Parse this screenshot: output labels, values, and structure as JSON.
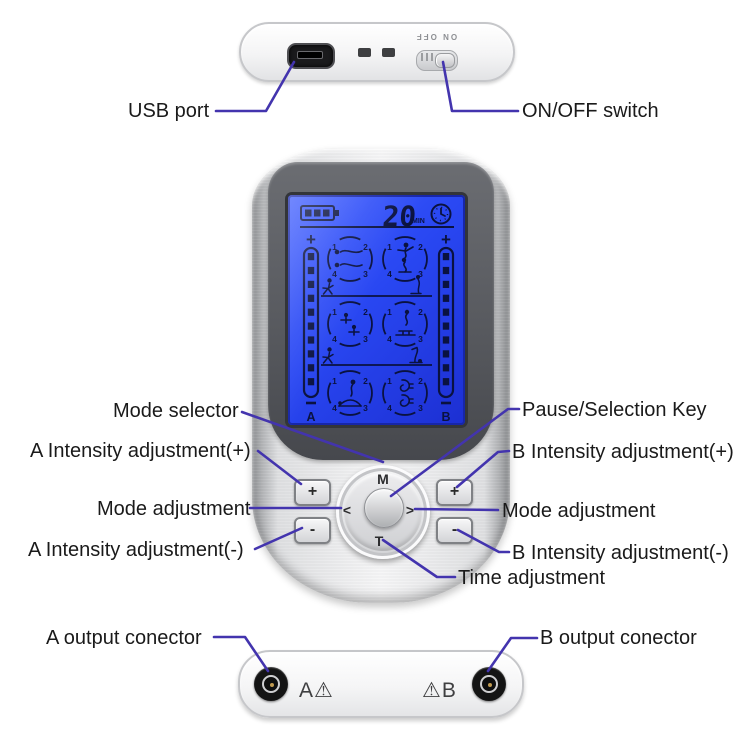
{
  "annotations": {
    "usb": "USB port",
    "onoff": "ON/OFF switch",
    "mode_selector": "Mode selector",
    "pause_key": "Pause/Selection Key",
    "a_plus": "A Intensity adjustment(+)",
    "b_plus": "B Intensity adjustment(+)",
    "mode_adj_left": "Mode adjustment",
    "mode_adj_right": "Mode adjustment",
    "a_minus": "A Intensity adjustment(-)",
    "b_minus": "B Intensity adjustment(-)",
    "time_adj": "Time adjustment",
    "a_out": "A output conector",
    "b_out": "B output conector"
  },
  "top_view": {
    "switch_text": "ON OFF"
  },
  "screen": {
    "battery_icon": "battery-icon",
    "battery_segments": 3,
    "time_value": "20",
    "time_unit": "MIN",
    "clock_icon": "clock-icon",
    "channels": [
      {
        "plus": "+",
        "minus": "-",
        "label": "A",
        "segments": 10
      },
      {
        "plus": "+",
        "minus": "-",
        "label": "B",
        "segments": 10
      }
    ],
    "modes": [
      {
        "quadrants": {
          "tl": "1",
          "tr": "2",
          "bl": "4",
          "br": "3"
        },
        "icon": "lying-massage"
      },
      {
        "quadrants": {
          "tl": "1",
          "tr": "2",
          "bl": "4",
          "br": "3"
        },
        "icon": "dance-massage"
      },
      {
        "quadrants": {
          "tl": "1",
          "tr": "2",
          "bl": "4",
          "br": "3"
        },
        "icon": "cupping-massage"
      },
      {
        "quadrants": {
          "tl": "1",
          "tr": "2",
          "bl": "4",
          "br": "3"
        },
        "icon": "acupuncture-massage"
      },
      {
        "quadrants": {
          "tl": "1",
          "tr": "2",
          "bl": "4",
          "br": "3"
        },
        "icon": "stretch-massage"
      },
      {
        "quadrants": {
          "tl": "1",
          "tr": "2",
          "bl": "4",
          "br": "3"
        },
        "icon": "ear-massage"
      }
    ],
    "separators": [
      {
        "left": "runner",
        "right": "gymnast"
      },
      {
        "left": "runner",
        "right": "handstand"
      }
    ]
  },
  "controls": {
    "mode_key": "M",
    "left_key": "<",
    "right_key": ">",
    "time_key": "T",
    "plus": "+",
    "minus": "-"
  },
  "bottom_view": {
    "a_label": "A⚠",
    "b_label": "⚠B"
  },
  "colors": {
    "screen_blue": "#2947f2",
    "glyph_navy": "#0a1240",
    "annotation_line": "#4334ae"
  }
}
